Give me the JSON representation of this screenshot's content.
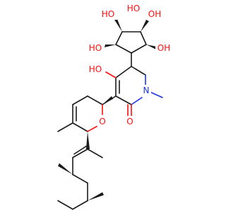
{
  "molecule": {
    "colors": {
      "carbon_bond": "#1a1a1a",
      "oxygen": "#ff0d0d",
      "nitrogen": "#1a34e6",
      "background": "#ffffff"
    },
    "atom_labels": {
      "oh_top_left": "HO",
      "oh_top_mid": "HO",
      "oh_top_right": "OH",
      "oh_left": "HO",
      "oh_right": "OH",
      "oh_pyridone": "HO",
      "nitrogen": "N",
      "carbonyl_o": "O",
      "ring_o": "O"
    }
  }
}
